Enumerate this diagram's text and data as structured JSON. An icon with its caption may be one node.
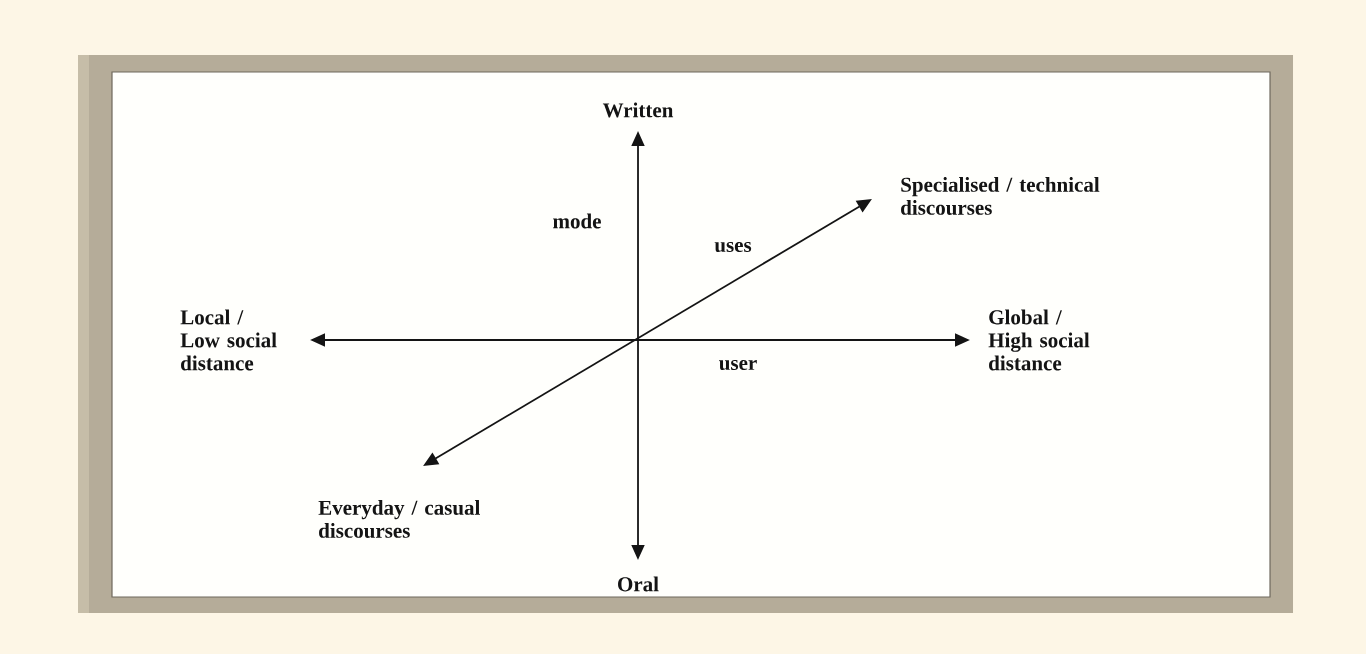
{
  "diagram": {
    "nodes": [
      {
        "text": [
          "Written"
        ]
      },
      {
        "text": [
          "Specialised / technical discourses"
        ]
      },
      {
        "text": [
          "Local / Low social distance"
        ]
      },
      {
        "text": [
          "Global / High social distance"
        ]
      },
      {
        "text": [
          "Everyday / casual discourses"
        ]
      },
      {
        "text": [
          "Oral"
        ]
      }
    ],
    "edges": [
      {
        "from": 0,
        "to": 5,
        "arrow": "both",
        "label": "mode"
      },
      {
        "from": 2,
        "to": 3,
        "arrow": "both",
        "label": "user"
      },
      {
        "from": 4,
        "to": 1,
        "arrow": "both",
        "label": "uses"
      }
    ]
  }
}
